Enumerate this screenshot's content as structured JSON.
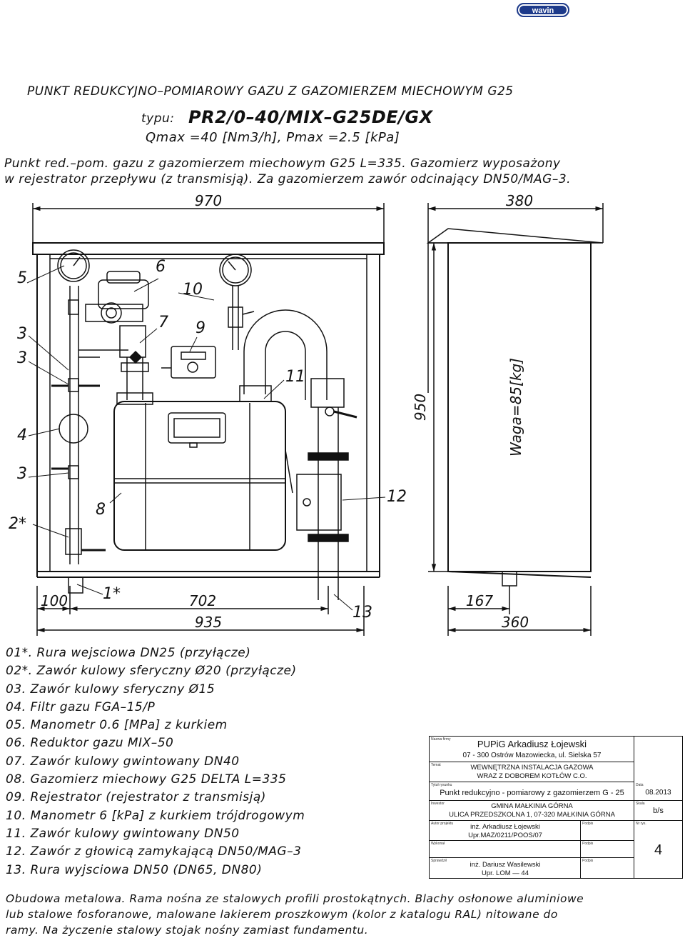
{
  "logo": {
    "text": "wavin"
  },
  "header": {
    "title": "PUNKT REDUKCYJNO–POMIAROWY GAZU Z GAZOMIERZEM MIECHOWYM G25",
    "type_label": "typu:",
    "type_code": "PR2/0–40/MIX–G25DE/GX",
    "flow_line": "Qmax =40 [Nm3/h], Pmax =2.5 [kPa]",
    "description_line1": "Punkt red.–pom. gazu z gazomierzem miechowym G25 L=335. Gazomierz wyposażony",
    "description_line2": "w rejestrator przepływu (z transmisją). Za gazomierzem zawór odcinający DN50/MAG–3."
  },
  "drawing": {
    "dim_width": "970",
    "dim_depth": "380",
    "dim_height": "950",
    "weight": "Waga=85[kg]",
    "dim_100": "100",
    "dim_702": "702",
    "dim_935": "935",
    "dim_167": "167",
    "dim_360": "360",
    "callouts": [
      "5",
      "6",
      "10",
      "7",
      "9",
      "3",
      "3",
      "11",
      "4",
      "3",
      "12",
      "8",
      "2*",
      "1*",
      "13"
    ]
  },
  "parts_list": [
    "01*. Rura wejsciowa DN25 (przyłącze)",
    "02*. Zawór kulowy sferyczny Ø20 (przyłącze)",
    "03. Zawór kulowy sferyczny Ø15",
    "04. Filtr gazu FGA–15/P",
    "05. Manometr 0.6 [MPa] z kurkiem",
    "06. Reduktor gazu MIX–50",
    "07. Zawór kulowy gwintowany DN40",
    "08. Gazomierz miechowy G25 DELTA L=335",
    "09. Rejestrator (rejestrator z transmisją)",
    "10. Manometr 6 [kPa] z kurkiem trójdrogowym",
    "11. Zawór kulowy gwintowany DN50",
    "12. Zawór z głowicą zamykającą DN50/MAG–3",
    "13. Rura wyjsciowa DN50 (DN65, DN80)"
  ],
  "title_block": {
    "label_firm": "Nazwa firmy",
    "company": "PUPiG Arkadiusz Łojewski",
    "address": "07 - 300 Ostrów Mazowiecka, ul. Sielska 57",
    "label_topic": "Temat",
    "topic_line1": "WEWNĘTRZNA INSTALACJA GAZOWA",
    "topic_line2": "WRAZ Z DOBOREM KOTŁÓW C.O.",
    "label_drawing_title": "Tytuł rysunku",
    "drawing_title": "Punkt redukcyjno - pomiarowy z gazomierzem G - 25",
    "label_date": "Data",
    "date": "08.2013",
    "label_investor": "Inwestor",
    "investor_line1": "GMINA MAŁKINIA GÓRNA",
    "investor_line2": "ULICA PRZEDSZKOLNA 1,  07-320 MAŁKINIA GÓRNA",
    "label_scale": "Skala",
    "scale": "b/s",
    "label_author": "Autor projektu",
    "author_name": "inż. Arkadiusz Łojewski",
    "author_license": "Upr.MAZ/0211/POOS/07",
    "label_signature": "Podpis",
    "label_sheet": "Nr rys.",
    "sheet_no": "4",
    "label_made_by": "Wykonał",
    "label_checked": "Sprawdził",
    "checker_name": "inż. Dariusz Wasilewski",
    "checker_license": "Upr. LOM — 44"
  },
  "footer": {
    "line1": "Obudowa metalowa. Rama nośna ze stalowych profili prostokątnych. Blachy osłonowe aluminiowe",
    "line2": "lub stalowe fosforanowe, malowane lakierem proszkowym (kolor z katalogu RAL) nitowane do",
    "line3": "ramy. Na życzenie stalowy stojak nośny zamiast fundamentu."
  }
}
